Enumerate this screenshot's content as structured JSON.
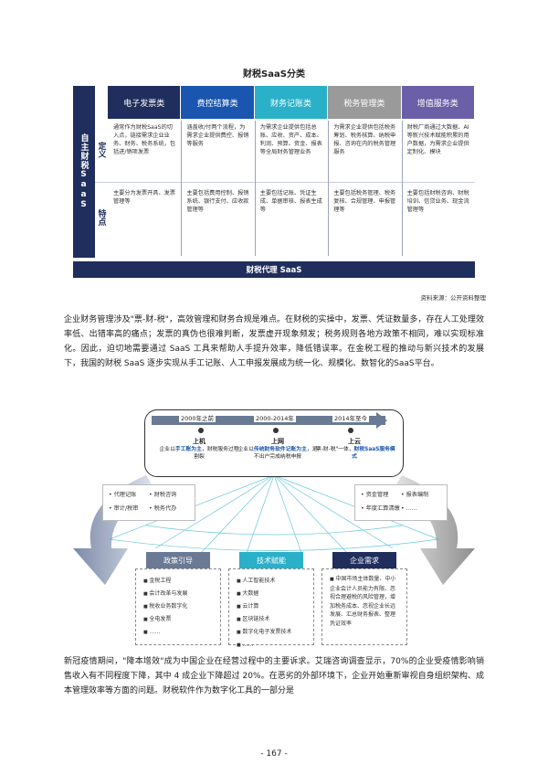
{
  "figure_title": "财税SaaS分类",
  "table": {
    "left_label": "自主财税SaaS",
    "row_labels": [
      "定义",
      "特点"
    ],
    "columns": [
      {
        "head": "电子发票类",
        "color": "#1f2e5c",
        "def": "通常作为财税SaaS的切入点，链接需求企业业务、财务、税务系统，包括进/销项发票",
        "feat": "主要分为发票开具、发票管理等"
      },
      {
        "head": "费控结算类",
        "color": "#1a56b0",
        "def": "涵盖收/付两个流程，为需求企业提供费控、报销等服务",
        "feat": "主要包括费用控制、报销系统、银行支付、应收款管理等"
      },
      {
        "head": "财务记账类",
        "color": "#2ab0c8",
        "def": "为需求企业提供包括总账、应收、资产、成本、利润、预算、资金、报表等全局财务管理业务",
        "feat": "主要包括记账、凭证生成、单据审核、报表生成等"
      },
      {
        "head": "税务管理类",
        "color": "#9a9a9a",
        "def": "为需求企业提供包括税务筹划、税务核算、纳税申报、咨询在内的税务管理服务",
        "feat": "主要包括税务管理、税务复核、合规管理、申报管理等"
      },
      {
        "head": "增值服务类",
        "color": "#6b5fa8",
        "def": "财税厂商通过大数据、AI等新兴技术赋能积累的用户数据，为需求企业提供定制化、模块",
        "feat": "主要包括财税咨询、财税培训、信贷业务、现金流管理等"
      }
    ],
    "bottom_label": "财税代理 SaaS"
  },
  "source_note": "资料来源：公开资料整理",
  "paragraph1": "企业财务管理涉及\"票-财-税\"，高效管理和财务合规是难点。在财税的实操中，发票、凭证数量多，存在人工处理效率低、出错率高的痛点；发票的真伪也很难判断，发票虚开现象频发；税务规则各地方政策不相同，难以实现标准化。因此，迫切地需要通过 SaaS 工具来帮助人手提升效率，降低错误率。在金税工程的推动与新兴技术的发展下，我国的财税 SaaS 逐步实现从手工记账、人工申报发展成为统一化、规模化、数智化的SaaS平台。",
  "timeline": {
    "years": [
      "2000年之前",
      "2000-2014年",
      "2014年至今"
    ],
    "stages": [
      {
        "title": "上机",
        "pre": "企业以",
        "hl": "手工账为主",
        "post": "，财税服务过程割裂"
      },
      {
        "title": "上网",
        "pre": "企业以",
        "hl": "传统财务软件记账为主",
        "post": "，足不出户完成纳税申报"
      },
      {
        "title": "上云",
        "pre": "\"票-财-税\"一体，",
        "hl": "财税SaaS服务模式",
        "post": ""
      }
    ]
  },
  "left_card": [
    "• 代理记账",
    "• 财税咨询",
    "• 审计/税审",
    "• 税务代办"
  ],
  "right_card": [
    "• 资金管理",
    "• 报表编制",
    "• 年度汇算清缴",
    "• ……"
  ],
  "pillars": [
    {
      "head": "政策引导",
      "color": "#6a7a95",
      "items": [
        "金税工程",
        "会计改革与发展",
        "税收业务数字化",
        "全电发票",
        "……"
      ]
    },
    {
      "head": "技术赋能",
      "color": "#2ab0c8",
      "items": [
        "人工智能技术",
        "大数据",
        "云计算",
        "区块链技术",
        "数字化电子发票技术",
        "……"
      ]
    },
    {
      "head": "企业需求",
      "color": "#1f2e5c",
      "items": [
        "中国市场主体数量、中小企业会计人员能力有限、忽视合理避税的风险管理，增加税务成本、忽视企业长远发展、汇总财务报表、整理凭证效率"
      ]
    }
  ],
  "paragraph2": "新冠疫情期间，\"降本增效\"成为中国企业在经营过程中的主要诉求。艾瑞咨询调查显示，70%的企业受疫情影响销售收入有不同程度下降，其中 4 成企业下降超过 20%。在恶劣的外部环境下，企业开始重新审视自身组织架构、成本管理效率等方面的问题。财税软件作为数字化工具的一部分是",
  "page_number": "- 167 -"
}
